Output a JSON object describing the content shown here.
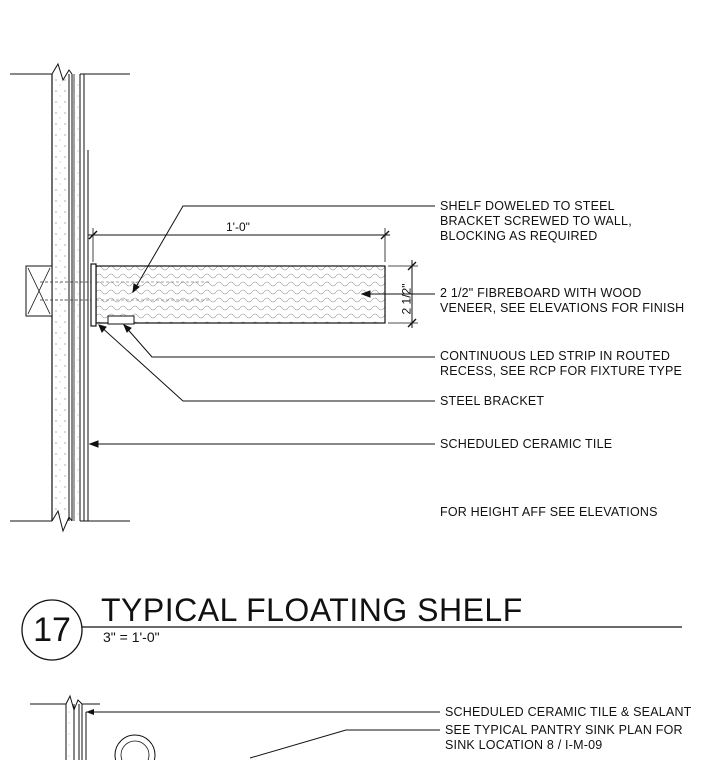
{
  "detail": {
    "number": "17",
    "title": "TYPICAL FLOATING SHELF",
    "scale": "3\" = 1'-0\""
  },
  "dimensions": {
    "shelf_depth": "1'-0\"",
    "shelf_thickness": "2 1/2\""
  },
  "notes": [
    {
      "lines": [
        "SHELF DOWELED TO STEEL",
        "BRACKET SCREWED TO WALL,",
        "BLOCKING AS REQUIRED"
      ]
    },
    {
      "lines": [
        "2 1/2\" FIBREBOARD WITH WOOD",
        "VENEER, SEE ELEVATIONS FOR FINISH"
      ]
    },
    {
      "lines": [
        "CONTINUOUS LED STRIP IN ROUTED",
        "RECESS, SEE RCP FOR FIXTURE TYPE"
      ]
    },
    {
      "lines": [
        "STEEL BRACKET"
      ]
    },
    {
      "lines": [
        "SCHEDULED CERAMIC TILE"
      ]
    },
    {
      "lines": [
        "FOR HEIGHT AFF SEE ELEVATIONS"
      ]
    }
  ],
  "lower_detail_notes": [
    {
      "lines": [
        "SCHEDULED CERAMIC TILE & SEALANT"
      ]
    },
    {
      "lines": [
        "SEE TYPICAL PANTRY SINK PLAN FOR",
        "SINK LOCATION   8 / I-M-09"
      ]
    }
  ]
}
